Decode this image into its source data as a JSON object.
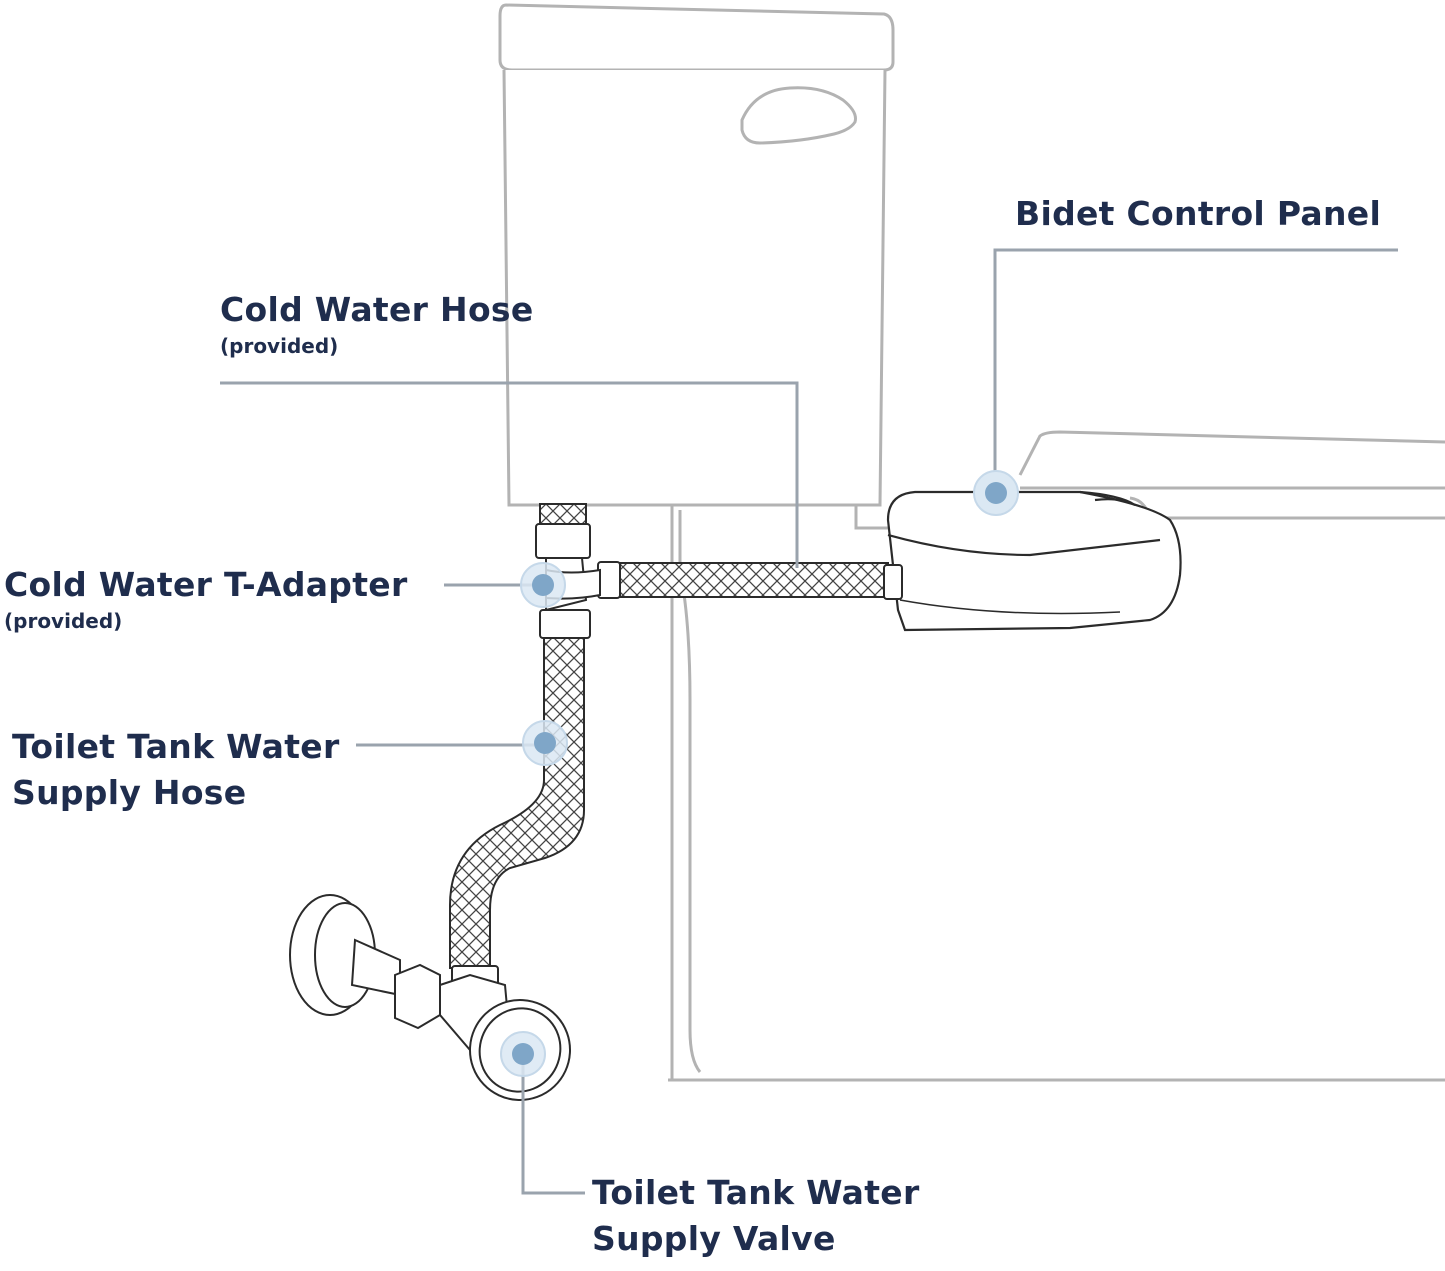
{
  "labels": {
    "bidet_control_panel": "Bidet Control Panel",
    "cold_water_hose": {
      "title": "Cold Water Hose",
      "note": "(provided)"
    },
    "cold_water_t_adapter": {
      "title": "Cold Water T-Adapter",
      "note": "(provided)"
    },
    "supply_hose": {
      "line1": "Toilet Tank Water",
      "line2": "Supply Hose"
    },
    "supply_valve": {
      "line1": "Toilet Tank Water",
      "line2": "Supply Valve"
    }
  },
  "colors": {
    "label_text": "#1f2d4d",
    "outline": "#b3b3b3",
    "hardware": "#2b2b2b",
    "leader": "#9aa3ad",
    "marker": "#7fa6c8",
    "marker_halo": "#dbe8f3"
  }
}
